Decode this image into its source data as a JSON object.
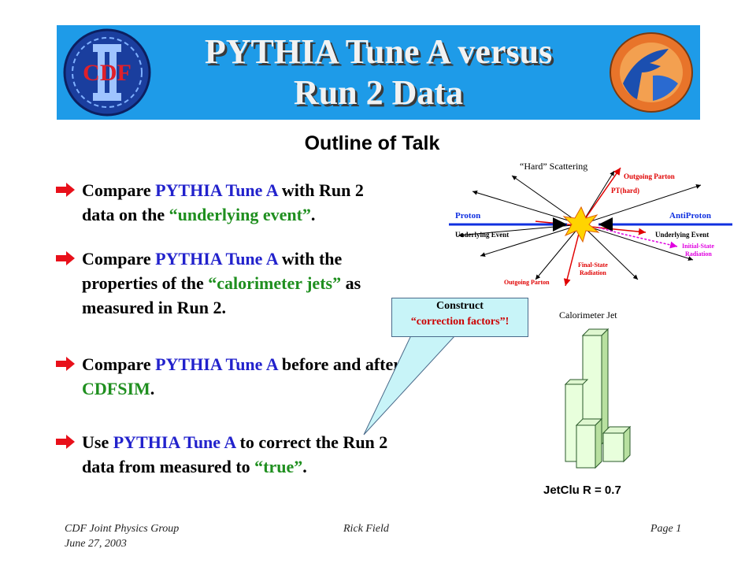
{
  "header": {
    "title_line1": "PYTHIA Tune A versus",
    "title_line2": "Run 2 Data",
    "logo_left_text": "CDF"
  },
  "outline_title": "Outline of Talk",
  "bullets": [
    {
      "parts": [
        [
          "Compare ",
          ""
        ],
        [
          "PYTHIA Tune A",
          "hl"
        ],
        [
          " with Run 2",
          ""
        ],
        [
          "\n",
          ""
        ],
        [
          "data on the ",
          ""
        ],
        [
          "“underlying event”",
          "q"
        ],
        [
          ".",
          ""
        ]
      ]
    },
    {
      "parts": [
        [
          "Compare ",
          ""
        ],
        [
          "PYTHIA Tune A",
          "hl"
        ],
        [
          " with the",
          ""
        ],
        [
          "\n",
          ""
        ],
        [
          "properties of the ",
          ""
        ],
        [
          "“calorimeter jets”",
          "q"
        ],
        [
          " as",
          ""
        ],
        [
          "\n",
          ""
        ],
        [
          "measured in Run 2.",
          ""
        ]
      ]
    },
    {
      "parts": [
        [
          "Compare ",
          ""
        ],
        [
          "PYTHIA Tune A",
          "hl"
        ],
        [
          " before and after",
          ""
        ],
        [
          "\n",
          ""
        ],
        [
          "CDFSIM",
          "q"
        ],
        [
          ".",
          ""
        ]
      ]
    },
    {
      "parts": [
        [
          "Use ",
          ""
        ],
        [
          "PYTHIA Tune A",
          "hl"
        ],
        [
          " to correct the Run 2",
          ""
        ],
        [
          "\n",
          ""
        ],
        [
          "data from measured to ",
          ""
        ],
        [
          "“true”",
          "q"
        ],
        [
          ".",
          ""
        ]
      ]
    }
  ],
  "callout": {
    "line1": "Construct",
    "line2": "“correction factors”!"
  },
  "diagram": {
    "title": "“Hard” Scattering",
    "outgoing_parton_top": "Outgoing Parton",
    "pt_hard": "PT(hard)",
    "proton": "Proton",
    "antiproton": "AntiProton",
    "underlying_left": "Underlying Event",
    "underlying_right": "Underlying Event",
    "initial_state_1": "Initial-State",
    "initial_state_2": "Radiation",
    "final_state_1": "Final-State",
    "final_state_2": "Radiation",
    "outgoing_parton_bottom": "Outgoing Parton"
  },
  "jet": {
    "title": "Calorimeter Jet",
    "label": "JetClu R = 0.7"
  },
  "footer": {
    "group": "CDF Joint Physics Group",
    "date": "June 27, 2003",
    "author": "Rick Field",
    "page": "Page 1"
  },
  "colors": {
    "banner": "#1e9be8",
    "highlight": "#2222cc",
    "quote": "#1f8f1f",
    "arrow": "#e8101a",
    "callout": "#c8f4f8"
  }
}
